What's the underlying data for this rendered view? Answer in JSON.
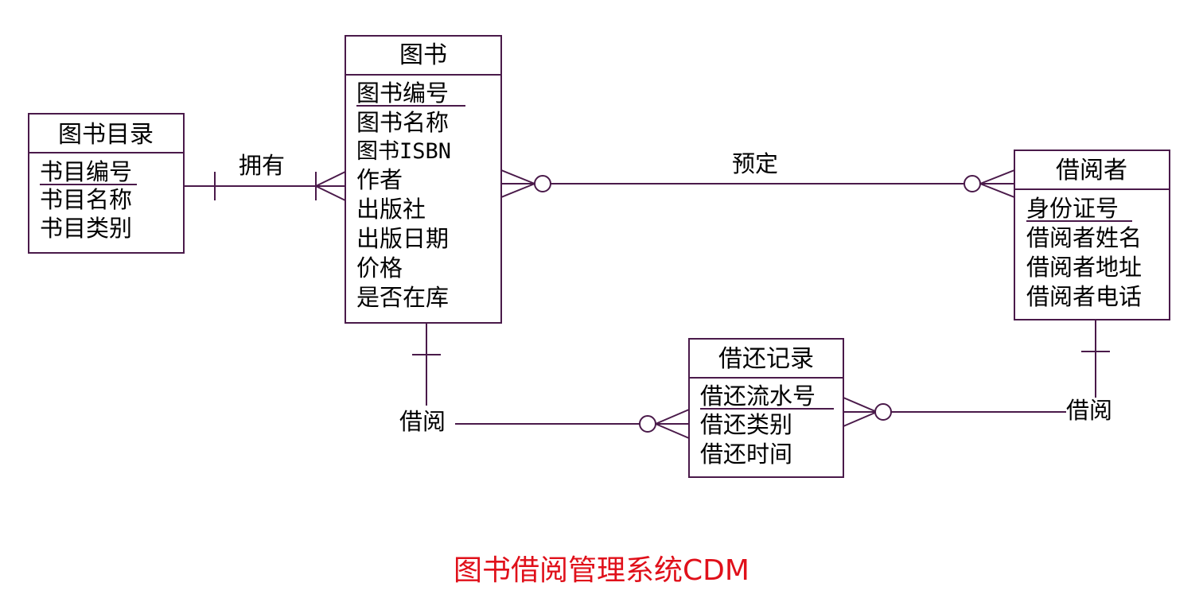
{
  "caption": {
    "text": "图书借阅管理系统CDM",
    "color": "#e0101a"
  },
  "colors": {
    "line": "#4a1a4a",
    "text": "#000000"
  },
  "entities": {
    "catalog": {
      "title": "图书目录",
      "attributes": [
        "书目编号",
        "书目名称",
        "书目类别"
      ],
      "primary_key": "书目编号"
    },
    "book": {
      "title": "图书",
      "attributes": [
        "图书编号",
        "图书名称",
        "图书ISBN",
        "作者",
        "出版社",
        "出版日期",
        "价格",
        "是否在库"
      ],
      "primary_key": "图书编号"
    },
    "borrower": {
      "title": "借阅者",
      "attributes": [
        "身份证号",
        "借阅者姓名",
        "借阅者地址",
        "借阅者电话"
      ],
      "primary_key": "身份证号"
    },
    "record": {
      "title": "借还记录",
      "attributes": [
        "借还流水号",
        "借还类别",
        "借还时间"
      ],
      "primary_key": "借还流水号"
    }
  },
  "relationships": {
    "owns": {
      "label": "拥有",
      "from": "catalog",
      "to": "book"
    },
    "reserves": {
      "label": "预定",
      "from": "book",
      "to": "borrower"
    },
    "borrow_book": {
      "label": "借阅",
      "from": "book",
      "to": "record"
    },
    "borrow_reader": {
      "label": "借阅",
      "from": "borrower",
      "to": "record"
    }
  }
}
